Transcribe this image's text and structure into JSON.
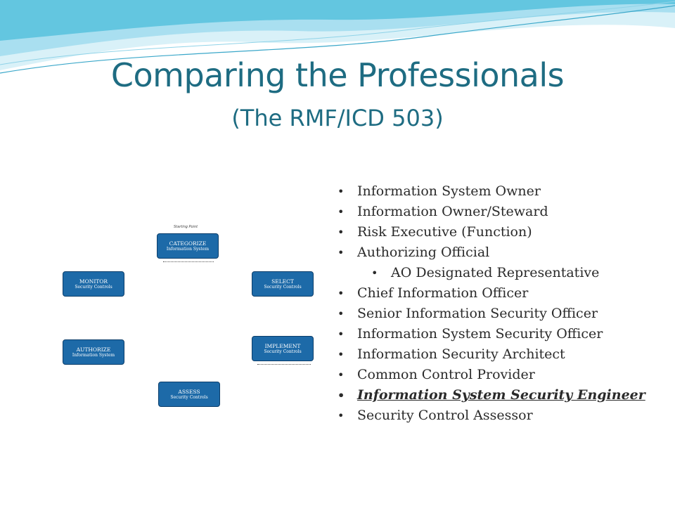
{
  "slide": {
    "title": "Comparing the Professionals",
    "subtitle": "(The RMF/ICD 503)"
  },
  "colors": {
    "title": "#1e6c82",
    "box_fill": "#1d6aa8",
    "box_border": "#0c3e6b",
    "wave_light": "#bfe6f2",
    "wave_mid": "#5bc3dc"
  },
  "diagram": {
    "start_label": "Starting Point",
    "steps": [
      {
        "id": "categorize",
        "title": "CATEGORIZE",
        "subtitle": "Information System"
      },
      {
        "id": "select",
        "title": "SELECT",
        "subtitle": "Security Controls"
      },
      {
        "id": "implement",
        "title": "IMPLEMENT",
        "subtitle": "Security Controls"
      },
      {
        "id": "assess",
        "title": "ASSESS",
        "subtitle": "Security Controls"
      },
      {
        "id": "authorize",
        "title": "AUTHORIZE",
        "subtitle": "Information System"
      },
      {
        "id": "monitor",
        "title": "MONITOR",
        "subtitle": "Security Controls"
      }
    ]
  },
  "roles": [
    {
      "label": "Information System Owner",
      "level": 1
    },
    {
      "label": "Information Owner/Steward",
      "level": 1
    },
    {
      "label": "Risk Executive (Function)",
      "level": 1
    },
    {
      "label": "Authorizing Official",
      "level": 1
    },
    {
      "label": "AO Designated Representative",
      "level": 2
    },
    {
      "label": "Chief Information Officer",
      "level": 1
    },
    {
      "label": "Senior Information Security Officer",
      "level": 1
    },
    {
      "label": "Information System Security Officer",
      "level": 1
    },
    {
      "label": "Information Security Architect",
      "level": 1
    },
    {
      "label": "Common Control Provider",
      "level": 1
    },
    {
      "label": "Information System Security Engineer",
      "level": 1,
      "emphasized": true
    },
    {
      "label": "Security Control Assessor",
      "level": 1
    }
  ]
}
